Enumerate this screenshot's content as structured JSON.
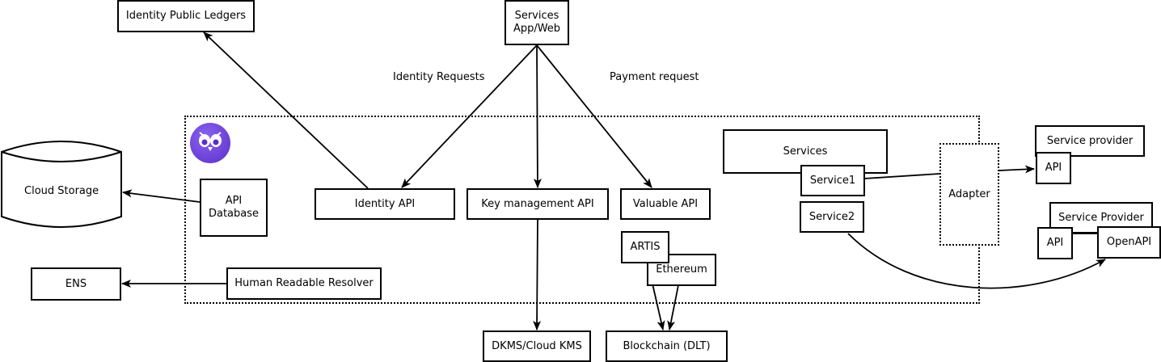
{
  "nodes": {
    "identity_public_ledgers": "Identity Public Ledgers",
    "services_app_web": "Services\nApp/Web",
    "cloud_storage": "Cloud Storage",
    "api_database": "API\nDatabase",
    "identity_api": "Identity API",
    "key_management_api": "Key management API",
    "valuable_api": "Valuable API",
    "services": "Services",
    "service1": "Service1",
    "service2": "Service2",
    "adapter": "Adapter",
    "service_provider_1": "Service provider",
    "api_1": "API",
    "service_provider_2": "Service Provider",
    "api_2": "API",
    "openapi": "OpenAPI",
    "artis": "ARTIS",
    "ethereum": "Ethereum",
    "ens": "ENS",
    "human_readable_resolver": "Human Readable Resolver",
    "dkms_cloud_kms": "DKMS/Cloud KMS",
    "blockchain_dlt": "Blockchain (DLT)"
  },
  "edge_labels": {
    "identity_requests": "Identity Requests",
    "payment_request": "Payment request"
  },
  "logo": {
    "icon": "owl-logo-icon",
    "color": "#6a3fd8"
  }
}
